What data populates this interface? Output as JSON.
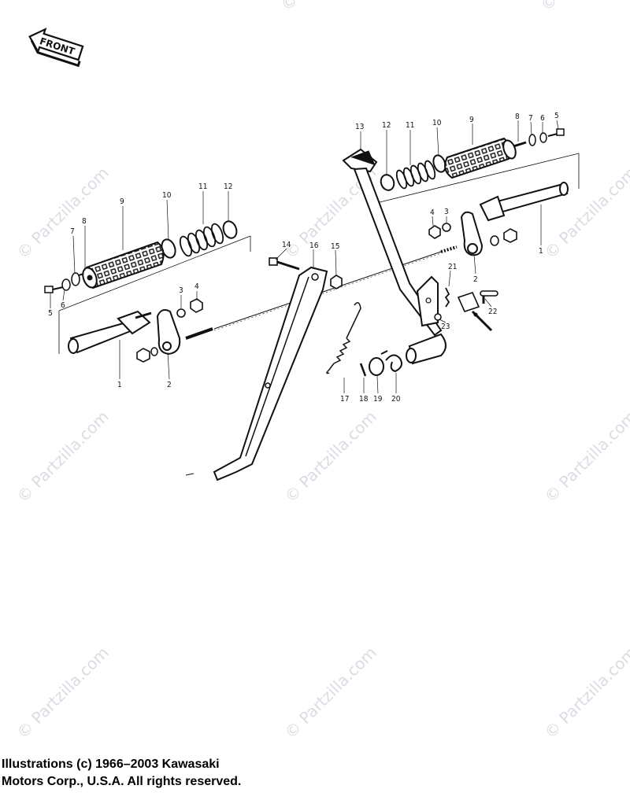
{
  "direction_badge": {
    "label": "FRONT"
  },
  "watermark": {
    "text": "© Partzilla.com"
  },
  "callouts": {
    "l1": "1",
    "l2": "2",
    "l3": "3",
    "l4": "4",
    "l5": "5",
    "l6": "6",
    "l7": "7",
    "l8": "8",
    "l9": "9",
    "l10": "10",
    "l11": "11",
    "l12": "12",
    "r1": "1",
    "r2": "2",
    "r3": "3",
    "r4": "4",
    "r5": "5",
    "r6": "6",
    "r7": "7",
    "r8": "8",
    "r9": "9",
    "r10": "10",
    "r11": "11",
    "r12": "12",
    "c13": "13",
    "c14": "14",
    "c15": "15",
    "c16": "16",
    "c17": "17",
    "c18": "18",
    "c19": "19",
    "c20": "20",
    "c21": "21",
    "c22": "22",
    "c23": "23"
  },
  "copyright": {
    "line1": "Illustrations (c) 1966–2003 Kawasaki",
    "line2": "Motors Corp., U.S.A.  All rights reserved."
  }
}
